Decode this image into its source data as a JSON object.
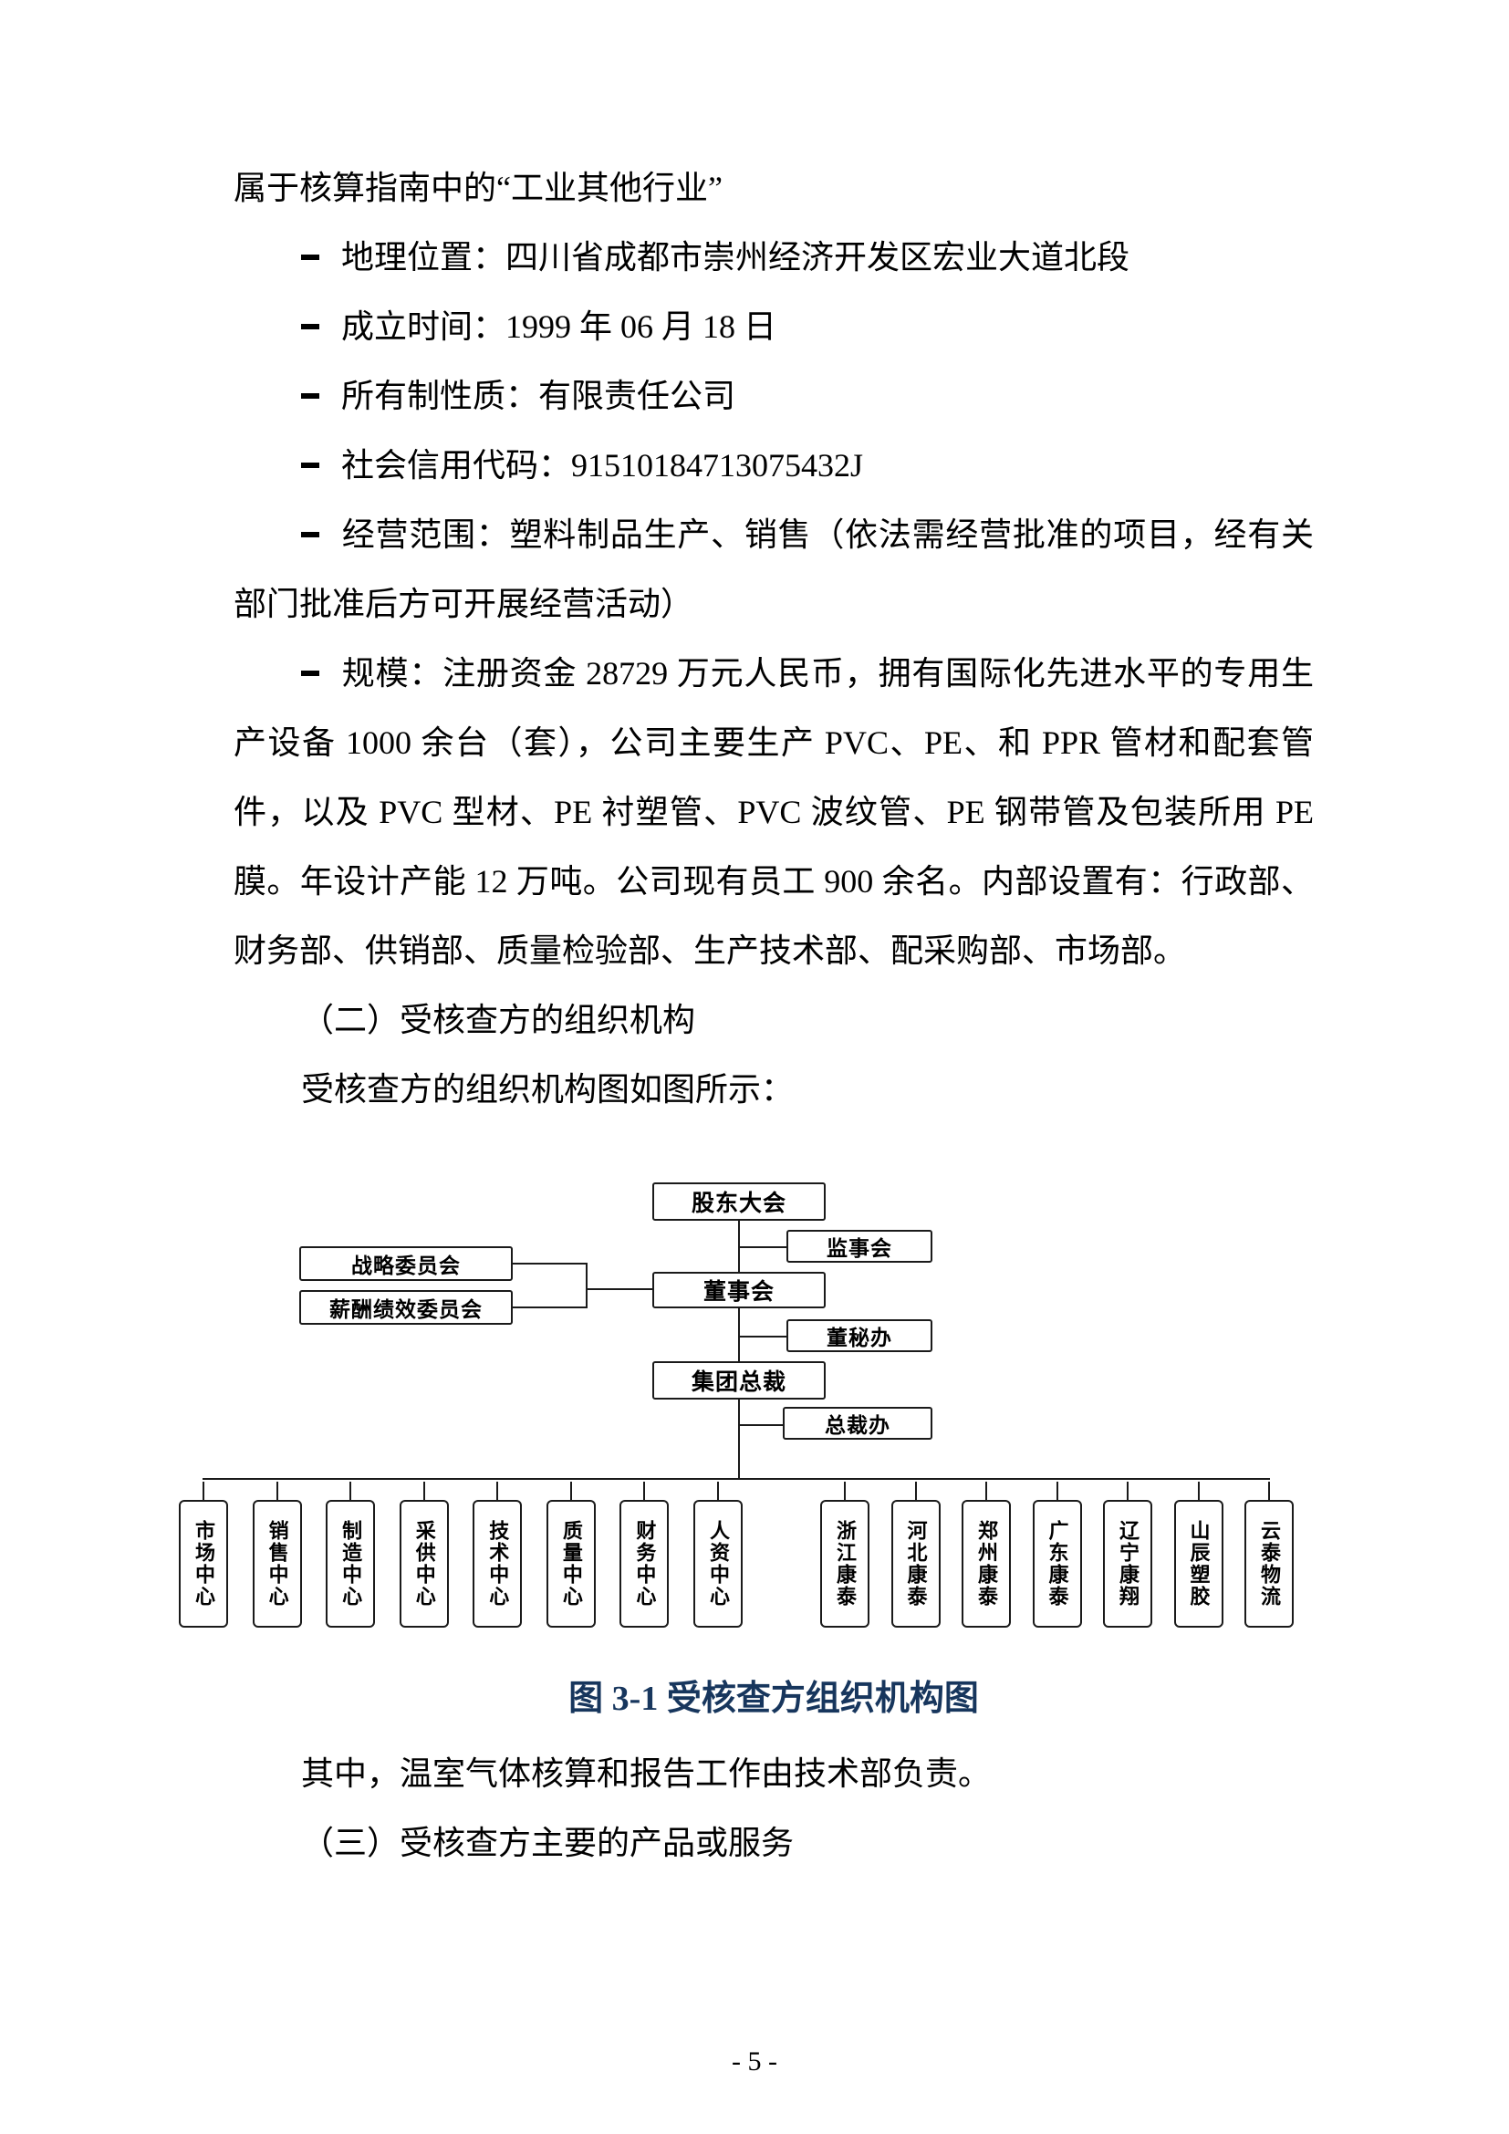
{
  "document": {
    "body": {
      "intro_line": "属于核算指南中的“工业其他行业”",
      "bullet_items": [
        "地理位置：四川省成都市崇州经济开发区宏业大道北段",
        "成立时间：1999 年 06 月 18 日",
        "所有制性质：有限责任公司",
        "社会信用代码：91510184713075432J",
        "经营范围：塑料制品生产、销售（依法需经营批准的项目，经有关部门批准后方可开展经营活动）",
        "规模：注册资金 28729 万元人民币，拥有国际化先进水平的专用生产设备 1000 余台（套），公司主要生产 PVC、PE、和 PPR 管材和配套管件，以及 PVC 型材、PE 衬塑管、PVC 波纹管、PE 钢带管及包装所用 PE 膜。年设计产能 12 万吨。公司现有员工 900 余名。内部设置有：行政部、财务部、供销部、质量检验部、生产技术部、配采购部、市场部。"
      ],
      "section2_heading": "（二）受核查方的组织机构",
      "section2_intro": "受核查方的组织机构图如图所示：",
      "figure_caption": "图 3-1 受核查方组织机构图",
      "after_figure": "其中，温室气体核算和报告工作由技术部负责。",
      "section3_heading": "（三）受核查方主要的产品或服务"
    },
    "footer": {
      "page_number": "- 5 -"
    }
  },
  "org_chart": {
    "shareholders": "股东大会",
    "supervisory": "监事会",
    "board": "董事会",
    "strategy_committee": "战略委员会",
    "compensation_committee": "薪酬绩效委员会",
    "board_secretary_office": "董秘办",
    "president": "集团总裁",
    "president_office": "总裁办",
    "departments": [
      "市场中心",
      "销售中心",
      "制造中心",
      "采供中心",
      "技术中心",
      "质量中心",
      "财务中心",
      "人资中心"
    ],
    "subsidiaries": [
      "浙江康泰",
      "河北康泰",
      "郑州康泰",
      "广东康泰",
      "辽宁康翔",
      "山辰塑胶",
      "云泰物流"
    ]
  }
}
